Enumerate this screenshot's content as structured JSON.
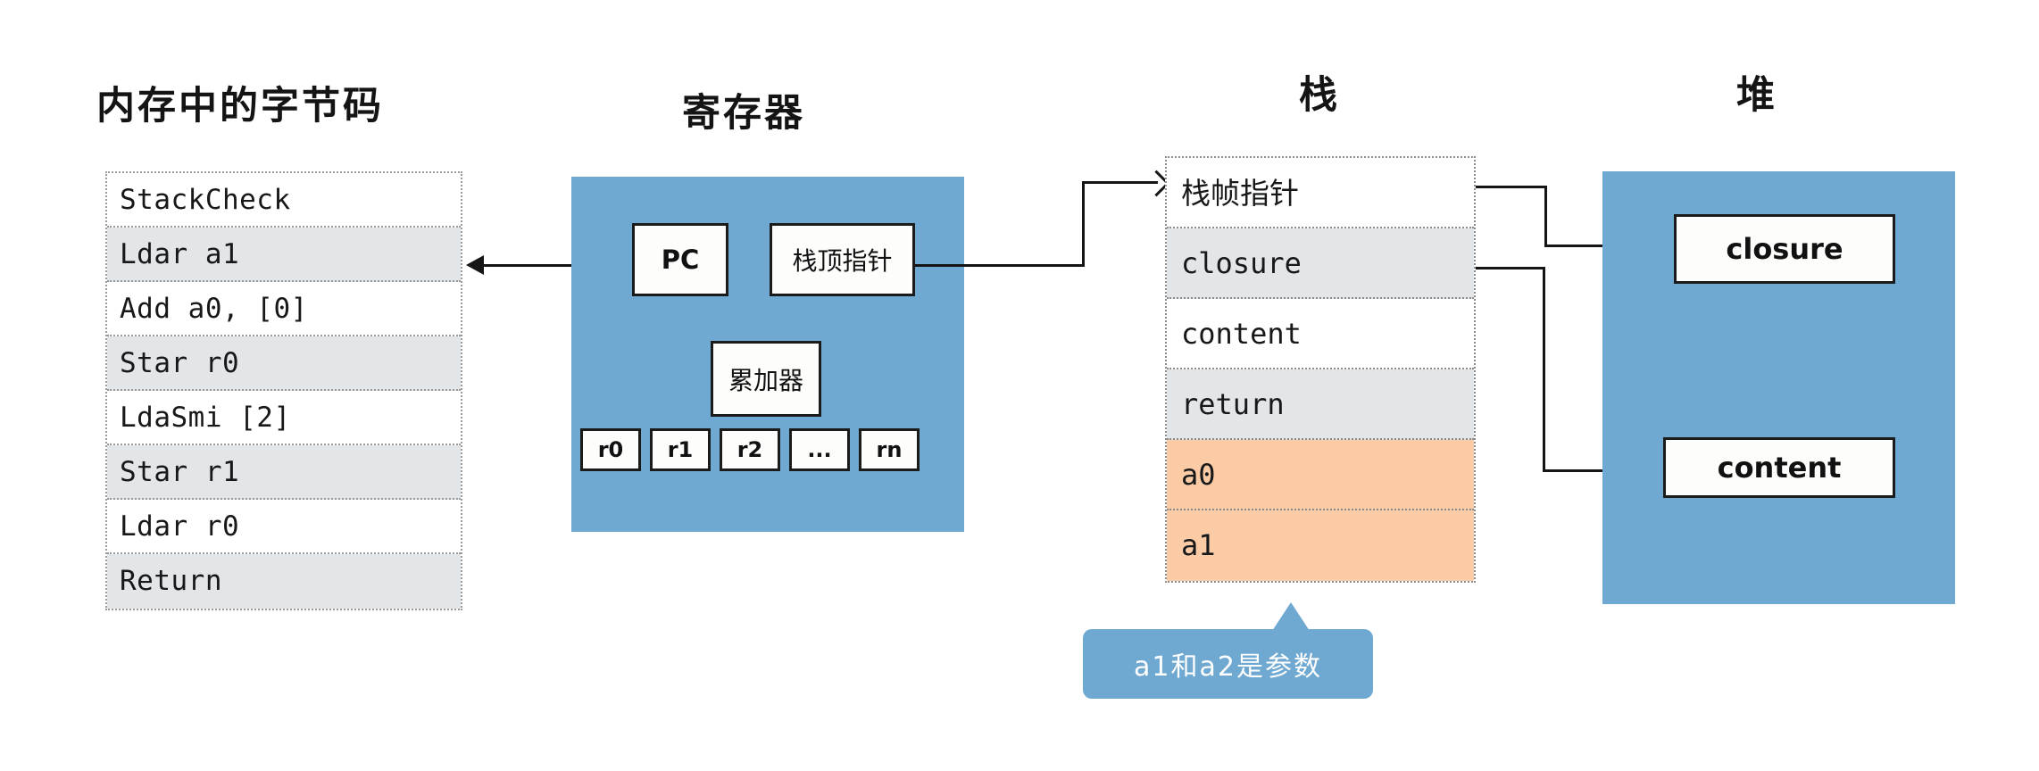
{
  "titles": {
    "bytecode": "内存中的字节码",
    "register": "寄存器",
    "stack": "栈",
    "heap": "堆"
  },
  "bytecode": {
    "rows": [
      "StackCheck",
      "Ldar a1",
      "Add a0, [0]",
      "Star r0",
      "LdaSmi [2]",
      "Star r1",
      "Ldar r0",
      "Return"
    ]
  },
  "register": {
    "pc": "PC",
    "stack_pointer": "栈顶指针",
    "accumulator": "累加器",
    "slots": [
      "r0",
      "r1",
      "r2",
      "...",
      "rn"
    ]
  },
  "stack": {
    "rows": [
      {
        "label": "栈帧指针",
        "style": "cjk"
      },
      {
        "label": "closure",
        "style": "shade"
      },
      {
        "label": "content",
        "style": "plain"
      },
      {
        "label": "return",
        "style": "shade"
      },
      {
        "label": "a0",
        "style": "arg"
      },
      {
        "label": "a1",
        "style": "arg"
      }
    ]
  },
  "heap": {
    "closure": "closure",
    "content": "content"
  },
  "callout": {
    "text": "a1和a2是参数"
  },
  "colors": {
    "panel_blue": "#6fa8d0",
    "row_gray": "#e3e6e9",
    "row_orange": "#fbcba6",
    "line_black": "#151515",
    "callout_text": "#ffffff"
  }
}
